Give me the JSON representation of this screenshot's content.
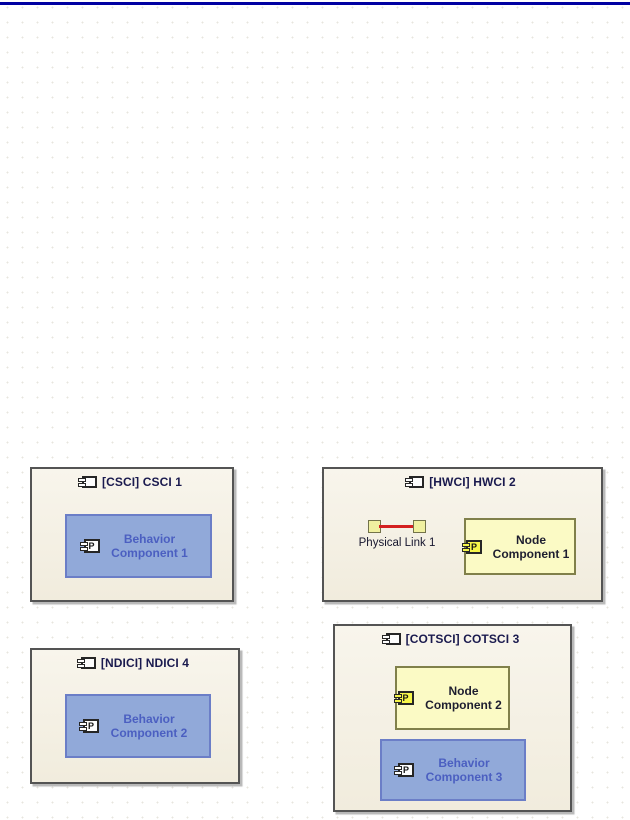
{
  "page": {
    "background": "#ffffff",
    "top_rule_color": "#0000a2"
  },
  "colors": {
    "container_fill": "#f3efe2",
    "container_border": "#545454",
    "header_text": "#1a1a4e",
    "behavior_fill": "#91a9d9",
    "behavior_border": "#6b7ec7",
    "behavior_text": "#4b5fc1",
    "node_fill": "#fbfac5",
    "node_border": "#80804a",
    "node_text": "#1e1e30",
    "node_icon_fill": "#f6f64a",
    "link_square_fill": "#f0f0a0",
    "link_square_border": "#73734a",
    "link_line_color": "#d42020"
  },
  "diagram": {
    "icon_letter": "P",
    "csci1": {
      "label": "[CSCI] CSCI 1",
      "component": "Behavior Component 1"
    },
    "hwci2": {
      "label": "[HWCI] HWCI 2",
      "link_label": "Physical Link 1",
      "component": "Node Component 1"
    },
    "ndici4": {
      "label": "[NDICI] NDICI 4",
      "component": "Behavior Component 2"
    },
    "cotsci3": {
      "label": "[COTSCI] COTSCI 3",
      "component_node": "Node Component 2",
      "component_behavior": "Behavior Component 3"
    }
  }
}
